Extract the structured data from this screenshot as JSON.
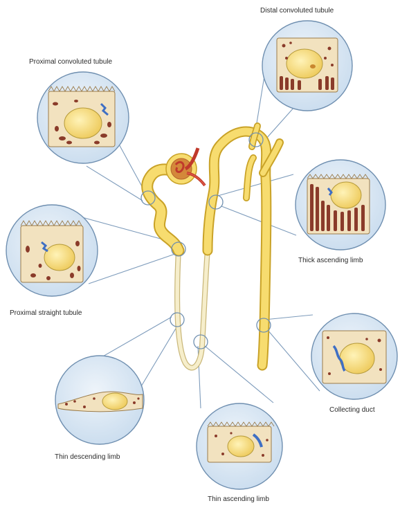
{
  "labels": {
    "distal_convoluted_tubule": "Distal convoluted tubule",
    "proximal_convoluted_tubule": "Proximal convoluted tubule",
    "thick_ascending_limb": "Thick ascending limb",
    "proximal_straight_tubule": "Proximal straight tubule",
    "collecting_duct": "Collecting duct",
    "thin_descending_limb": "Thin descending limb",
    "thin_ascending_limb": "Thin ascending limb"
  },
  "colors": {
    "tubule_fill": "#f7dc6f",
    "tubule_outline": "#c9a227",
    "thin_limb_fill": "#f6eecb",
    "circle_fill": "#dbe8f4",
    "circle_stroke": "#6f8fb0",
    "leader_line": "#7d9bbb",
    "cell_body": "#f2e2bf",
    "nucleus": "#f5d878",
    "mitochondria": "#8a3b2a",
    "blood_vessel_red": "#c0392b"
  }
}
